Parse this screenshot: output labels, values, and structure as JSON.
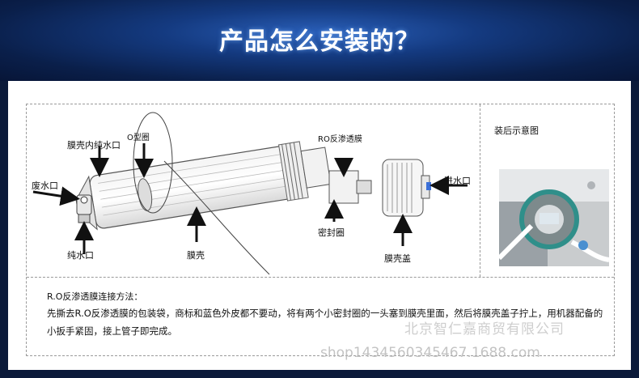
{
  "header": {
    "title": "产品怎么安装的？"
  },
  "diagram": {
    "labels": {
      "o_ring": "O型圈",
      "inner_outlet": "膜壳内纯水口",
      "waste_water": "废水口",
      "pure_water": "纯水口",
      "housing": "膜壳",
      "ro_membrane": "RO反渗透膜",
      "seal_ring": "密封圈",
      "housing_cap": "膜壳盖",
      "inlet": "进水口"
    },
    "installed_view_label": "装后示意图"
  },
  "instructions": {
    "title": "R.O反渗透膜连接方法：",
    "body": "先撕去R.O反渗透膜的包装袋，商标和蓝色外皮都不要动，将有两个小密封圈的一头塞到膜壳里面，然后将膜壳盖子拧上，用机器配备的小扳手紧固，接上管子即完成。"
  },
  "watermarks": {
    "company": "北京智仁嘉商贸有限公司",
    "shop": "shop1434560345467.1688.com"
  }
}
